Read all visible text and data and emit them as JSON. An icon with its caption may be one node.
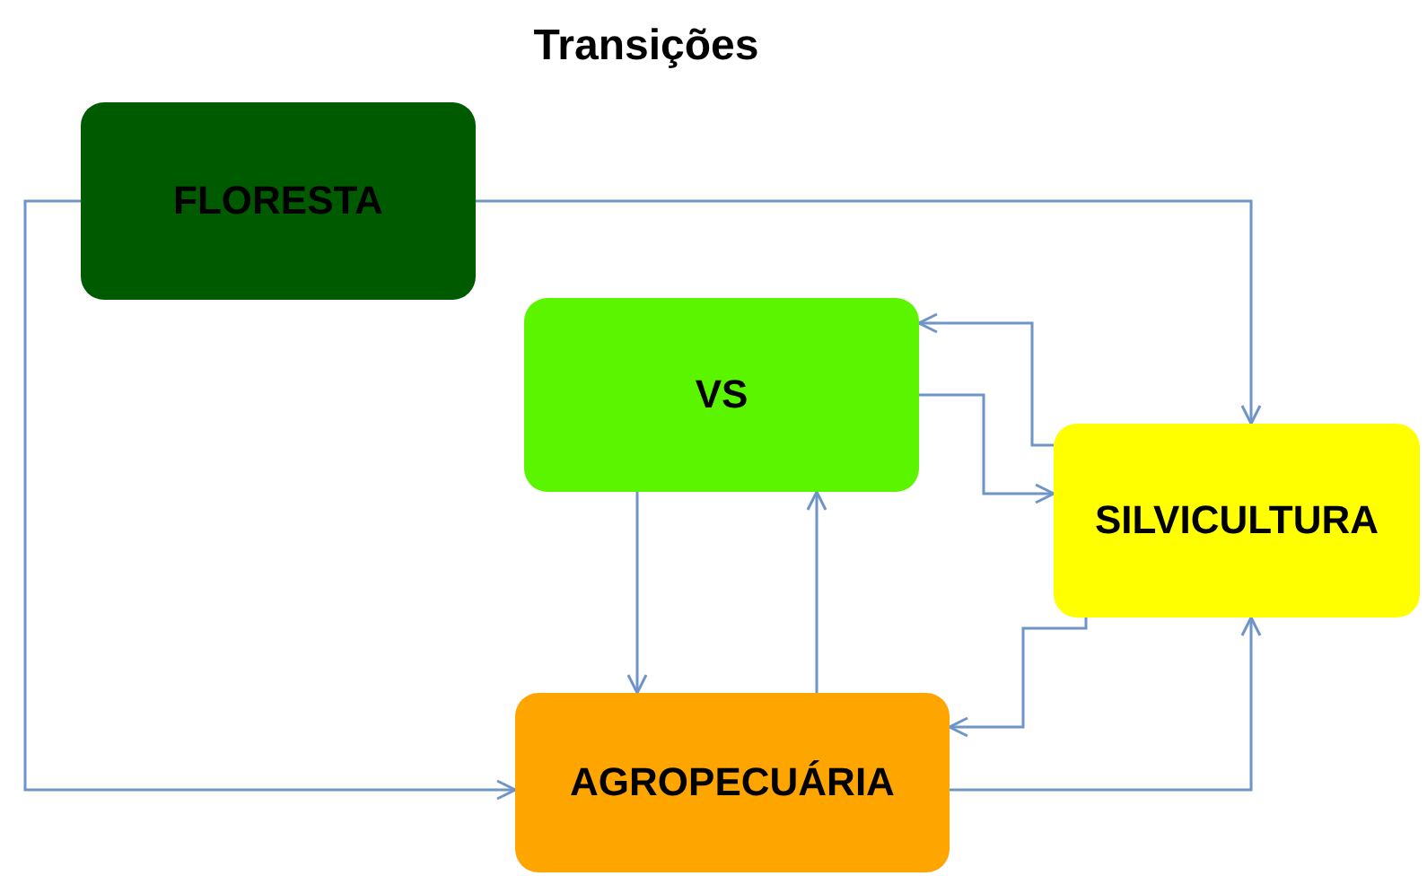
{
  "diagram": {
    "title": "Transições",
    "nodes": [
      {
        "text": [
          "FLORESTA"
        ]
      },
      {
        "text": [
          "VS"
        ]
      },
      {
        "text": [
          "SILVICULTURA"
        ]
      },
      {
        "text": [
          "AGROPECUÁRIA"
        ]
      }
    ],
    "edges": [
      {
        "from": 0,
        "to": 2,
        "arrow": "to"
      },
      {
        "from": 0,
        "to": 3,
        "arrow": "to"
      },
      {
        "from": 2,
        "to": 1,
        "arrow": "to"
      },
      {
        "from": 1,
        "to": 2,
        "arrow": "to"
      },
      {
        "from": 1,
        "to": 3,
        "arrow": "to"
      },
      {
        "from": 3,
        "to": 1,
        "arrow": "to"
      },
      {
        "from": 2,
        "to": 3,
        "arrow": "to"
      },
      {
        "from": 3,
        "to": 2,
        "arrow": "to"
      }
    ]
  }
}
